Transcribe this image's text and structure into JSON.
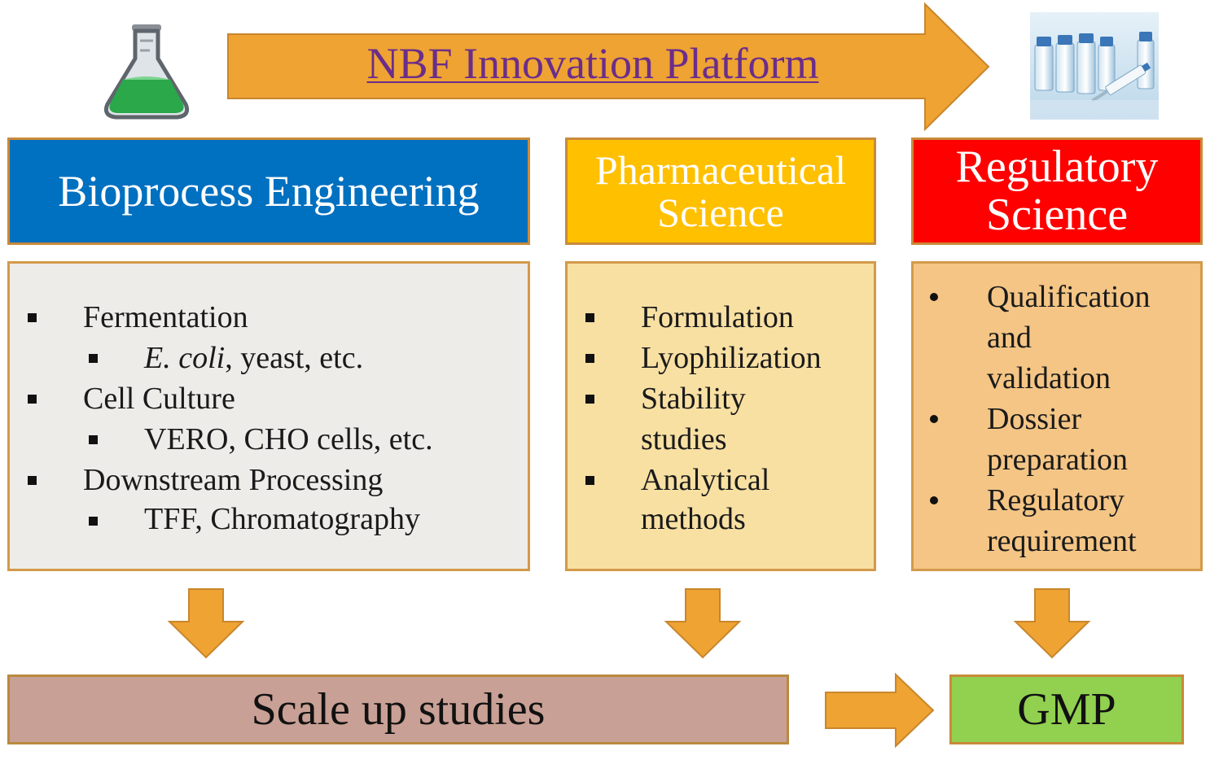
{
  "title": "NBF Innovation Platform",
  "columns": [
    {
      "heading": "Bioprocess Engineering",
      "items": [
        {
          "text": "Fermentation",
          "sub": [
            {
              "italic": "E. coli",
              "rest": ", yeast, etc."
            }
          ]
        },
        {
          "text": "Cell Culture",
          "sub": [
            {
              "italic": "",
              "rest": "VERO, CHO cells, etc."
            }
          ]
        },
        {
          "text": "Downstream Processing",
          "sub": [
            {
              "italic": "",
              "rest": "TFF, Chromatography"
            }
          ]
        }
      ]
    },
    {
      "heading_line1": "Pharmaceutical",
      "heading_line2": "Science",
      "items": [
        "Formulation",
        "Lyophilization",
        "Stability",
        "studies",
        "Analytical",
        "methods"
      ]
    },
    {
      "heading_line1": "Regulatory",
      "heading_line2": "Science",
      "items": [
        "Qualification",
        "and",
        "validation",
        "Dossier",
        "preparation",
        "Regulatory",
        "requirement"
      ]
    }
  ],
  "bottom": {
    "scale_up": "Scale up studies",
    "gmp": "GMP"
  },
  "colors": {
    "arrow": "#eea333",
    "bioprocess_header": "#0070c0",
    "pharma_header": "#ffc000",
    "regulatory_header": "#ff0000",
    "bioprocess_body": "#eeece9",
    "pharma_body": "#f8e0a3",
    "regulatory_body": "#f4c585",
    "scale_up": "#c9a095",
    "gmp": "#92d050"
  },
  "icons": [
    "flask-icon",
    "vials-syringe-image"
  ]
}
